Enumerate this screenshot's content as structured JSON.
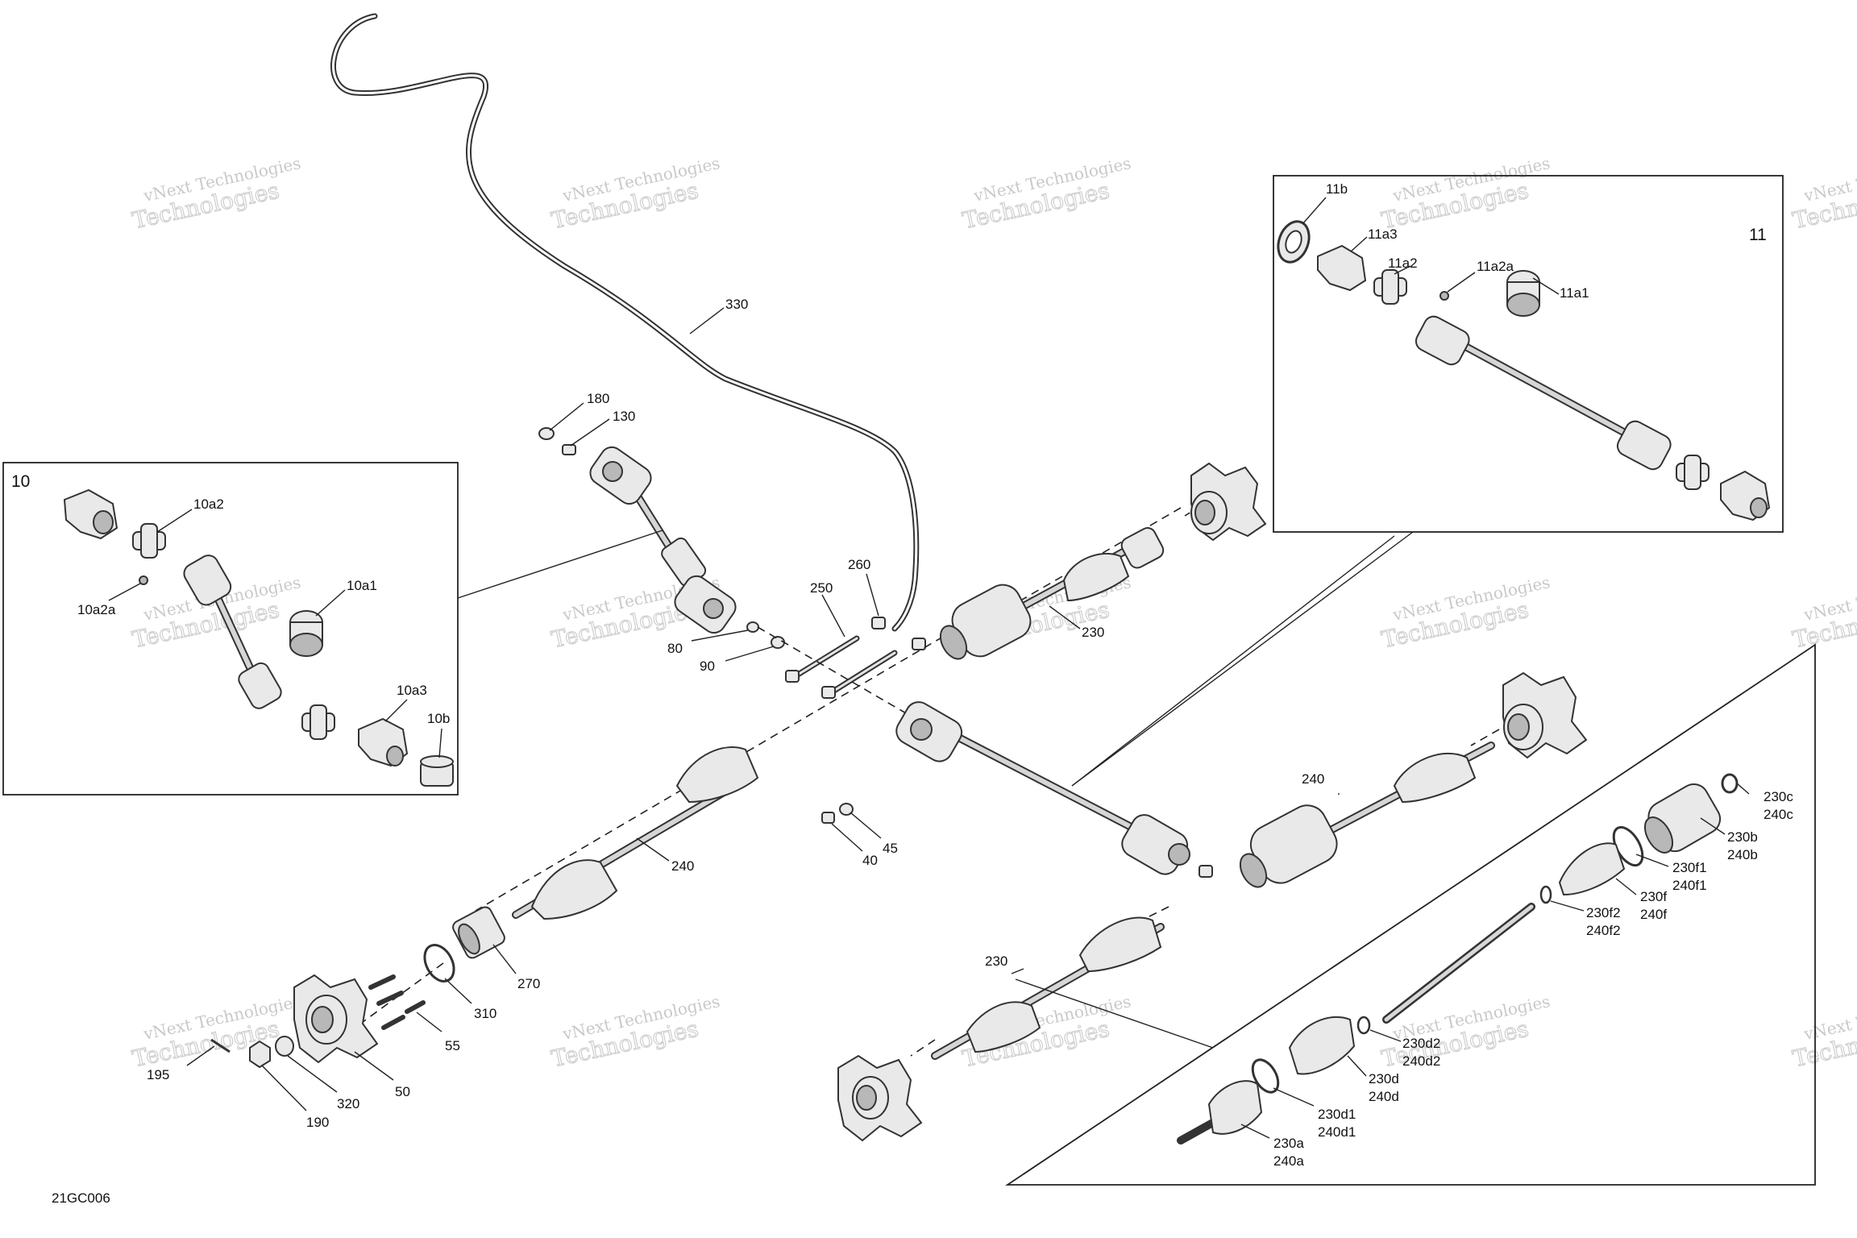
{
  "diagram_code": "21GC006",
  "watermark": {
    "line1": "vNext Technologies",
    "line2": "Technologies"
  },
  "callouts": {
    "c330": "330",
    "c180": "180",
    "c130": "130",
    "c260": "260",
    "c250": "250",
    "c80": "80",
    "c90": "90",
    "c230_top": "230",
    "c240_mid": "240",
    "c40": "40",
    "c45": "45",
    "c240_left": "240",
    "c270": "270",
    "c310": "310",
    "c55": "55",
    "c195": "195",
    "c190": "190",
    "c320": "320",
    "c50": "50",
    "c230_low": "230"
  },
  "inset10": {
    "title": "10",
    "labels": {
      "a2": "10a2",
      "a2a": "10a2a",
      "a1": "10a1",
      "a3": "10a3",
      "b": "10b"
    }
  },
  "inset11": {
    "title": "11",
    "labels": {
      "b": "11b",
      "a3": "11a3",
      "a2": "11a2",
      "a2a": "11a2a",
      "a1": "11a1"
    }
  },
  "inset_axle": {
    "labels": {
      "c_1": "230c",
      "c_2": "240c",
      "b_1": "230b",
      "b_2": "240b",
      "f1_1": "230f1",
      "f1_2": "240f1",
      "f_1": "230f",
      "f_2": "240f",
      "f2_1": "230f2",
      "f2_2": "240f2",
      "d2_1": "230d2",
      "d2_2": "240d2",
      "d_1": "230d",
      "d_2": "240d",
      "d1_1": "230d1",
      "d1_2": "240d1",
      "a_1": "230a",
      "a_2": "240a"
    }
  }
}
